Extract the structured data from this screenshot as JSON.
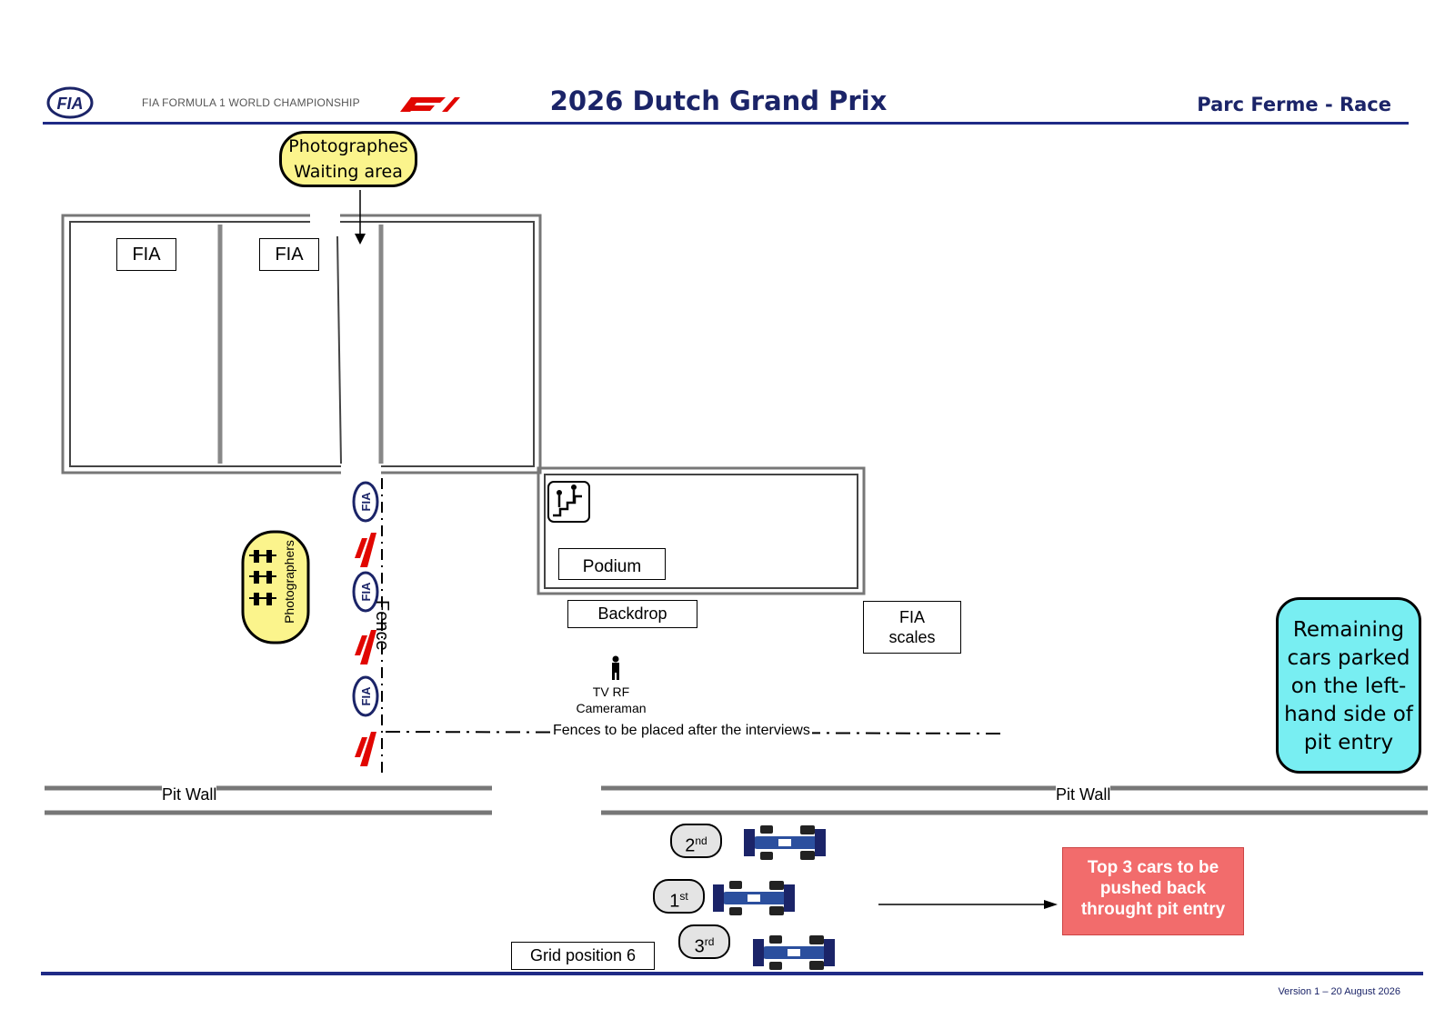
{
  "header": {
    "championship": "FIA FORMULA 1 WORLD CHAMPIONSHIP",
    "title": "2026 Dutch Grand Prix",
    "subtitle": "Parc Ferme - Race"
  },
  "footer": {
    "version": "Version 1 – 20 August 2026"
  },
  "labels": {
    "photographers_waiting_line1": "Photographes",
    "photographers_waiting_line2": "Waiting area",
    "fia_1": "FIA",
    "fia_2": "FIA",
    "photographers": "Photographers",
    "fence": "Fence",
    "podium": "Podium",
    "backdrop": "Backdrop",
    "fia_scales_line1": "FIA",
    "fia_scales_line2": "scales",
    "tv_rf_line1": "TV RF",
    "tv_rf_line2": "Cameraman",
    "fences_note": "Fences to be placed after the interviews",
    "pit_wall_left": "Pit Wall",
    "pit_wall_right": "Pit Wall",
    "grid_position": "Grid position 6",
    "remaining_cars": "Remaining cars parked on the left-hand side of pit entry",
    "top3_note": "Top 3 cars to be pushed back throught pit entry"
  },
  "positions": [
    {
      "num": "2",
      "suffix": "nd"
    },
    {
      "num": "1",
      "suffix": "st"
    },
    {
      "num": "3",
      "suffix": "rd"
    }
  ],
  "colors": {
    "brand_blue": "#1b2468",
    "yellow": "#fbf48c",
    "cyan": "#78eef2",
    "red": "#f26c6c",
    "f1_red": "#e10600"
  },
  "icons": [
    "fia-logo-icon",
    "f1-logo-icon",
    "stairs-icon",
    "person-icon",
    "race-car-icon"
  ]
}
